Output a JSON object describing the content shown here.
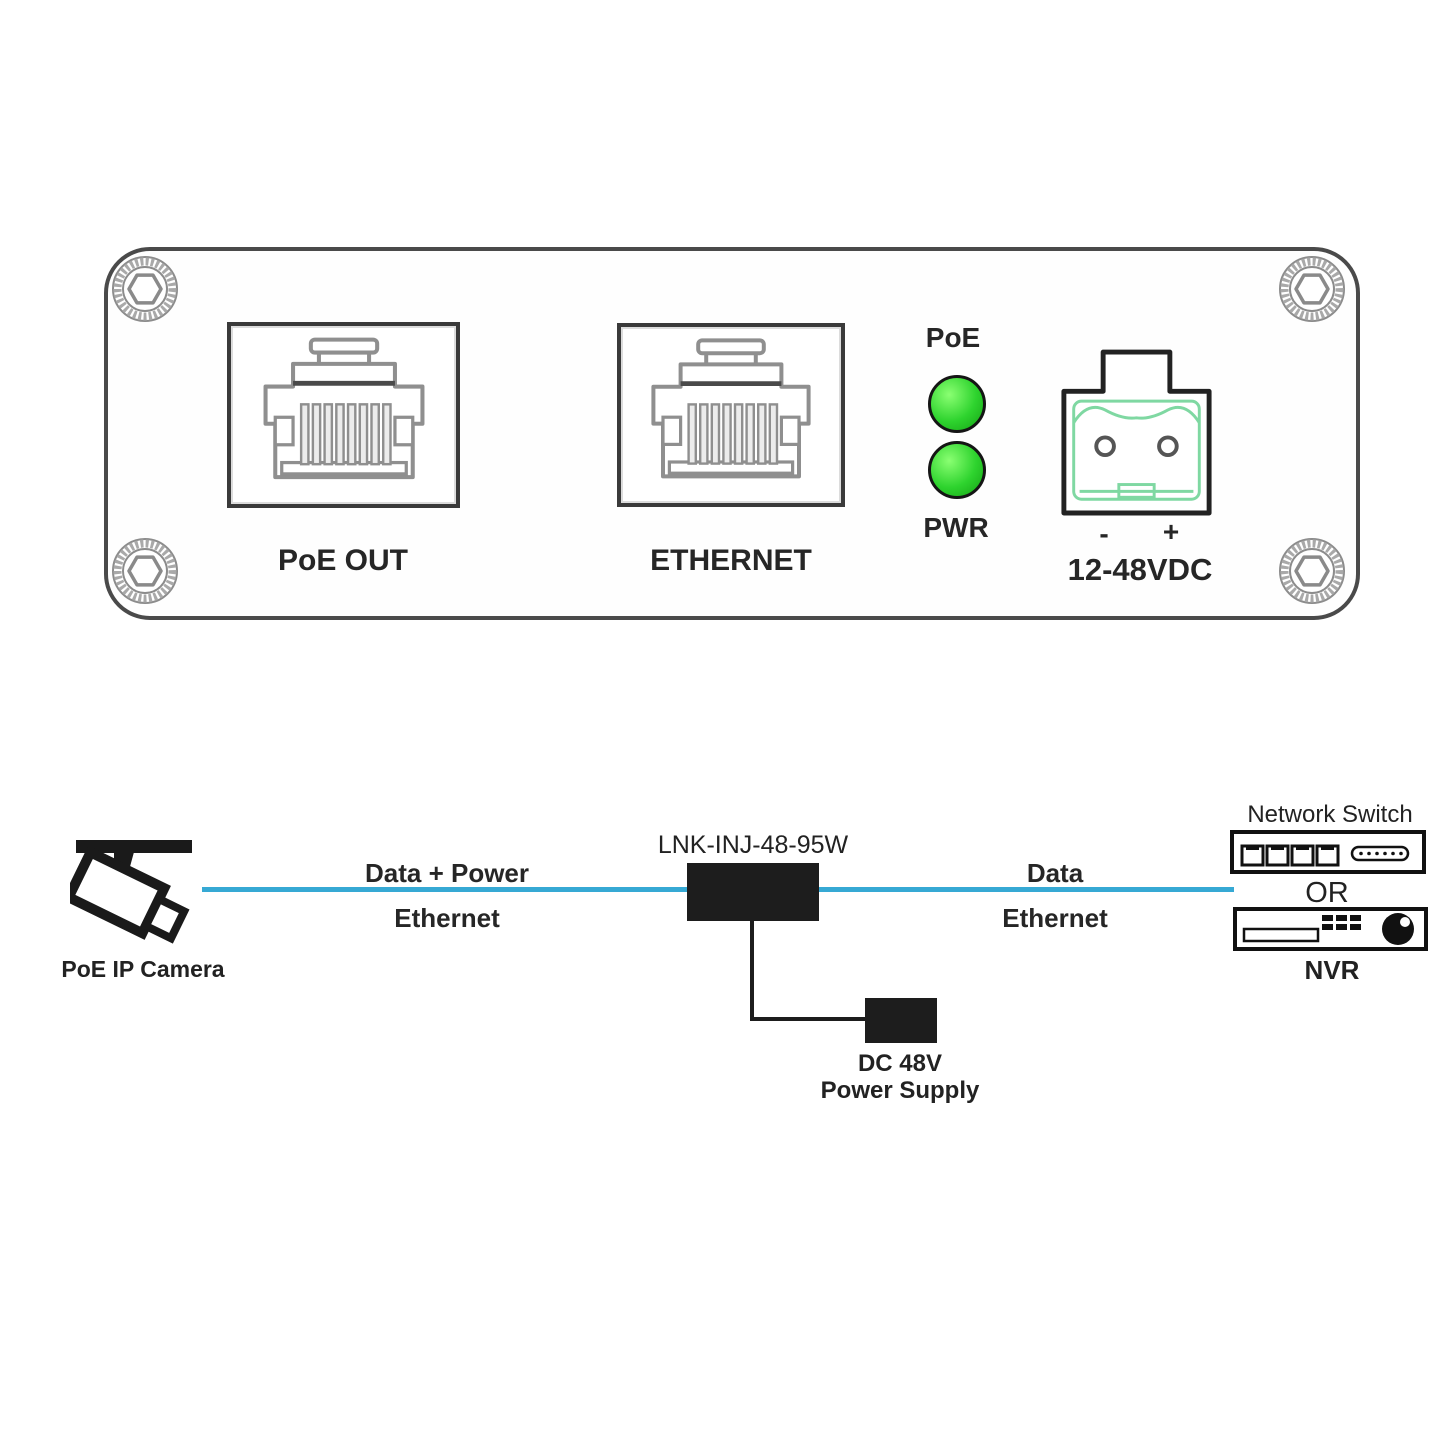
{
  "panel": {
    "ports": [
      {
        "label": "PoE OUT"
      },
      {
        "label": "ETHERNET"
      }
    ],
    "leds": {
      "poe": "PoE",
      "pwr": "PWR"
    },
    "terminal": {
      "minus": "-",
      "plus": "+",
      "voltage": "12-48VDC"
    }
  },
  "diagram": {
    "camera": {
      "label": "PoE IP Camera"
    },
    "link_left": {
      "line1": "Data + Power",
      "line2": "Ethernet"
    },
    "injector": {
      "model": "LNK-INJ-48-95W"
    },
    "link_right": {
      "line1": "Data",
      "line2": "Ethernet"
    },
    "switch": {
      "label": "Network Switch"
    },
    "or_label": "OR",
    "nvr": {
      "label": "NVR"
    },
    "psu": {
      "line1": "DC 48V",
      "line2": "Power Supply"
    }
  },
  "icons": {
    "camera": "cctv-camera-icon",
    "rj45": "rj45-jack-icon",
    "screw": "hex-screw-icon",
    "led": "led-indicator",
    "terminal": "dc-terminal-icon",
    "switch": "network-switch-icon",
    "nvr": "nvr-icon"
  },
  "colors": {
    "led_green": "#2ed32e",
    "link_blue": "#36a9d4",
    "terminal_green": "#7fd8a2",
    "line_black": "#1d1d1d"
  }
}
